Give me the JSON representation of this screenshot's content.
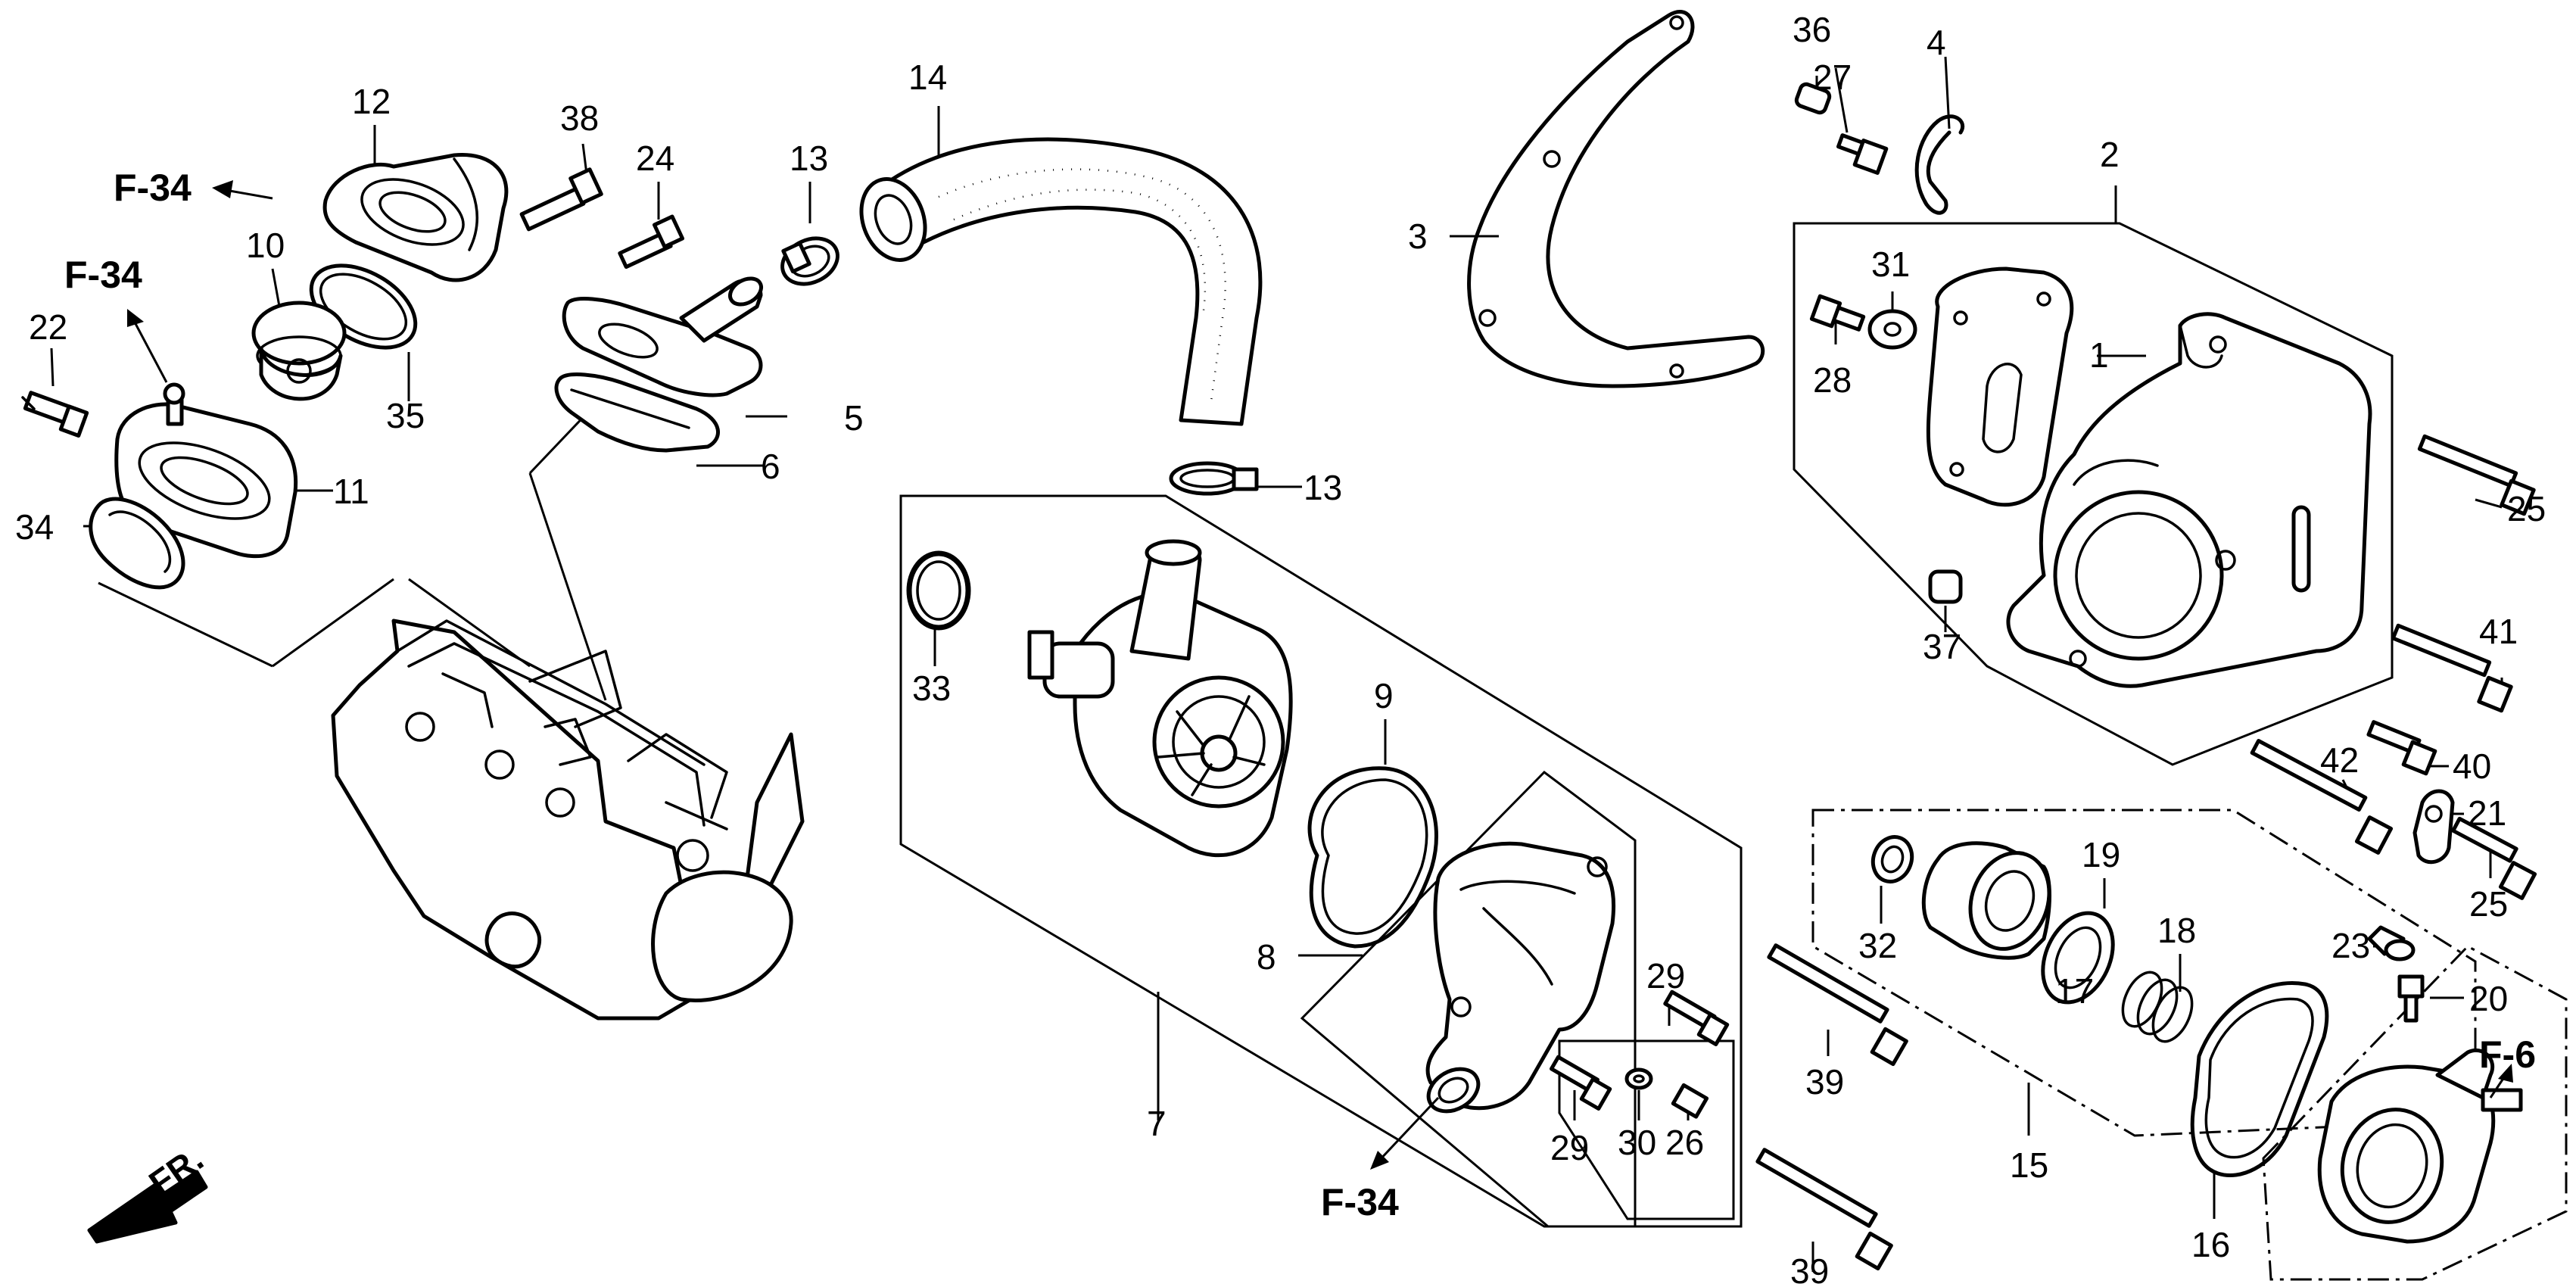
{
  "callouts": [
    {
      "id": "c1",
      "label": "1"
    },
    {
      "id": "c2",
      "label": "2"
    },
    {
      "id": "c3",
      "label": "3"
    },
    {
      "id": "c4",
      "label": "4"
    },
    {
      "id": "c5",
      "label": "5"
    },
    {
      "id": "c6",
      "label": "6"
    },
    {
      "id": "c7",
      "label": "7"
    },
    {
      "id": "c8",
      "label": "8"
    },
    {
      "id": "c9",
      "label": "9"
    },
    {
      "id": "c10",
      "label": "10"
    },
    {
      "id": "c11",
      "label": "11"
    },
    {
      "id": "c12",
      "label": "12"
    },
    {
      "id": "c13a",
      "label": "13"
    },
    {
      "id": "c13b",
      "label": "13"
    },
    {
      "id": "c14",
      "label": "14"
    },
    {
      "id": "c15",
      "label": "15"
    },
    {
      "id": "c16",
      "label": "16"
    },
    {
      "id": "c17",
      "label": "17"
    },
    {
      "id": "c18",
      "label": "18"
    },
    {
      "id": "c19",
      "label": "19"
    },
    {
      "id": "c20",
      "label": "20"
    },
    {
      "id": "c21",
      "label": "21"
    },
    {
      "id": "c22",
      "label": "22"
    },
    {
      "id": "c23",
      "label": "23"
    },
    {
      "id": "c24",
      "label": "24"
    },
    {
      "id": "c25a",
      "label": "25"
    },
    {
      "id": "c25b",
      "label": "25"
    },
    {
      "id": "c26",
      "label": "26"
    },
    {
      "id": "c27",
      "label": "27"
    },
    {
      "id": "c28",
      "label": "28"
    },
    {
      "id": "c29a",
      "label": "29"
    },
    {
      "id": "c29b",
      "label": "29"
    },
    {
      "id": "c30",
      "label": "30"
    },
    {
      "id": "c31",
      "label": "31"
    },
    {
      "id": "c32",
      "label": "32"
    },
    {
      "id": "c33",
      "label": "33"
    },
    {
      "id": "c34",
      "label": "34"
    },
    {
      "id": "c35",
      "label": "35"
    },
    {
      "id": "c36",
      "label": "36"
    },
    {
      "id": "c37",
      "label": "37"
    },
    {
      "id": "c38",
      "label": "38"
    },
    {
      "id": "c39a",
      "label": "39"
    },
    {
      "id": "c39b",
      "label": "39"
    },
    {
      "id": "c40",
      "label": "40"
    },
    {
      "id": "c41",
      "label": "41"
    },
    {
      "id": "c42",
      "label": "42"
    }
  ],
  "references": [
    {
      "id": "r1",
      "label": "F-34"
    },
    {
      "id": "r2",
      "label": "F-34"
    },
    {
      "id": "r3",
      "label": "F-34"
    },
    {
      "id": "r4",
      "label": "F-6"
    }
  ],
  "front_marker": "FR."
}
